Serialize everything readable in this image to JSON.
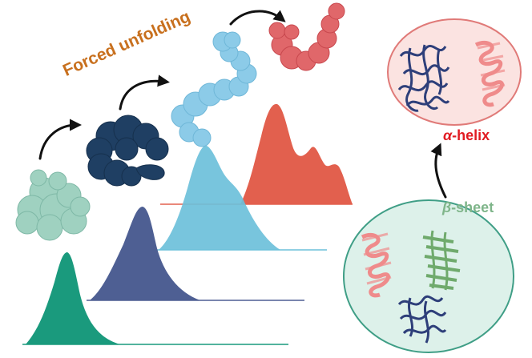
{
  "title": "Forced unfolding",
  "labels": {
    "alpha_symbol": "α",
    "alpha_word": "-helix",
    "beta_symbol": "β",
    "beta_word": "-sheet"
  },
  "colors": {
    "title": "#c8701e",
    "alpha_label": "#e11b22",
    "beta_label": "#7fb58a",
    "arrow": "#111111",
    "state_folded": "#9fd1c0",
    "state_compact": "#1f3f63",
    "state_extended": "#8ccbe8",
    "state_unfolded": "#e0676a",
    "peak_1": "#1a9a7d",
    "peak_2": "#4e5f93",
    "peak_3": "#6cc0da",
    "peak_4": "#e2604e",
    "ellipse_alpha_fill": "#fbe3e1",
    "ellipse_alpha_stroke": "#e07a78",
    "ellipse_beta_fill": "#ddf1ea",
    "ellipse_beta_stroke": "#3f9e86",
    "helix": "#ef8b8b",
    "sheet": "#6faa6c",
    "coil": "#2e3f7a"
  }
}
